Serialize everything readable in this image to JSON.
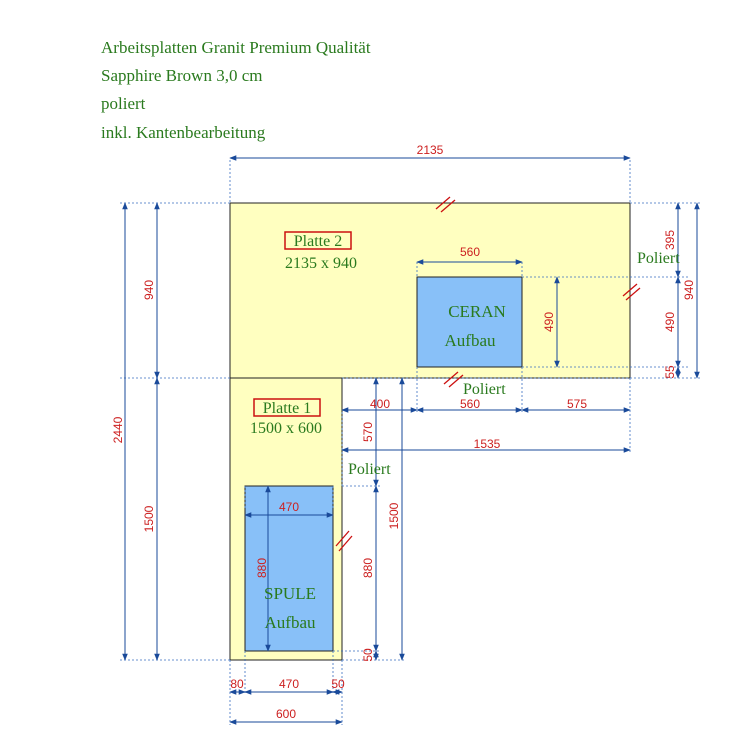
{
  "header": {
    "lines": [
      "Arbeitsplatten Granit Premium Qualität",
      "Sapphire Brown 3,0 cm",
      "poliert",
      "inkl. Kantenbearbeitung"
    ]
  },
  "plates": [
    {
      "name": "Platte 2",
      "size": "2135 x 940"
    },
    {
      "name": "Platte 1",
      "size": "1500 x 600"
    }
  ],
  "cutouts": [
    {
      "name": "CERAN",
      "type": "Aufbau"
    },
    {
      "name": "SPULE",
      "type": "Aufbau"
    }
  ],
  "notes": {
    "polished": "Poliert"
  },
  "dimensions": {
    "overall_width": "2135",
    "overall_depth": "2440",
    "plate2_depth_left": "940",
    "plate2_depth_right": "940",
    "plate1_length_left": "1500",
    "plate1_length_inner": "1500",
    "ceran_width": "560",
    "ceran_depth": "490",
    "ceran_depth_right": "490",
    "ceran_top_offset": "395",
    "ceran_bottom_offset": "55",
    "offset_400": "400",
    "ceran_width_bottom": "560",
    "right_575": "575",
    "span_1535": "1535",
    "offset_570": "570",
    "sink_width": "470",
    "sink_length": "880",
    "sink_length_right": "880",
    "sink_bottom_offset": "50",
    "bottom_80": "80",
    "bottom_470": "470",
    "bottom_50": "50",
    "plate1_width": "600"
  },
  "colors": {
    "plate_fill": "#ffffc0",
    "cutout_fill": "#88c0f8",
    "dimension_line": "#1a4a9a",
    "dimension_text": "#cc2020",
    "label_text": "#2a7a1e",
    "label_box": "#cc1010"
  }
}
